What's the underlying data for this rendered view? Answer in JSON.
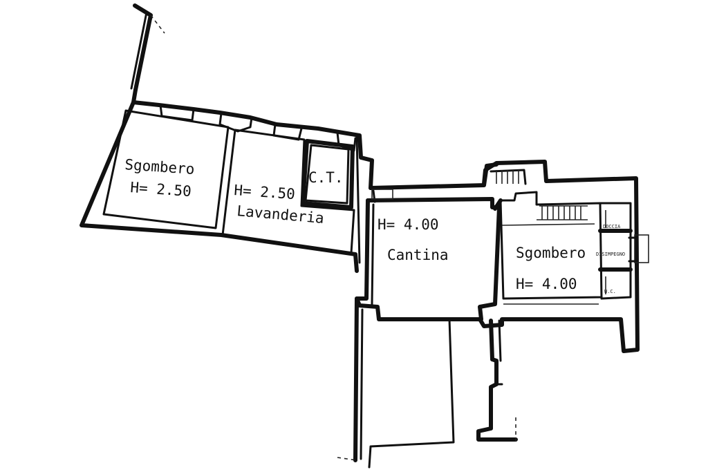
{
  "rooms": {
    "sgombero_left": {
      "name": "Sgombero",
      "height": "H= 2.50"
    },
    "lavanderia": {
      "name": "Lavanderia",
      "height": "H= 2.50"
    },
    "ct": {
      "name": "C.T."
    },
    "cantina": {
      "name": "Cantina",
      "height": "H= 4.00"
    },
    "sgombero_right": {
      "name": "Sgombero",
      "height": "H= 4.00"
    }
  },
  "fixtures": {
    "doccia": "DOCCIA",
    "disimpegno": "DISIMPEGNO",
    "wc": "W.C."
  },
  "colors": {
    "line": "#111111",
    "background": "#ffffff"
  }
}
